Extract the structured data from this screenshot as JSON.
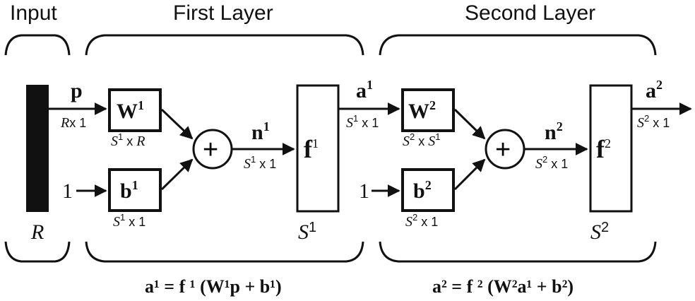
{
  "headings": {
    "input": "Input",
    "first_layer": "First Layer",
    "second_layer": "Second Layer"
  },
  "input": {
    "vector": "p",
    "size_label": "R",
    "dims": "x 1",
    "bottom_label": "R"
  },
  "layer1": {
    "weight": {
      "base": "W",
      "sup": "1",
      "dims_a": "S",
      "dims_a_sup": "1",
      "dims_x": " x ",
      "dims_b": "R"
    },
    "bias": {
      "input": "1",
      "base": "b",
      "sup": "1",
      "dims_a": "S",
      "dims_a_sup": "1",
      "dims_rest": " x 1"
    },
    "net": {
      "base": "n",
      "sup": "1",
      "dims_a": "S",
      "dims_a_sup": "1",
      "dims_rest": " x 1"
    },
    "transfer": {
      "base": "f",
      "sup": "1",
      "bottom": "S",
      "bottom_sup": "1"
    },
    "output": {
      "base": "a",
      "sup": "1",
      "dims_a": "S",
      "dims_a_sup": "1",
      "dims_rest": " x 1"
    },
    "equation": "a¹ = f ¹ (W¹p + b¹)"
  },
  "layer2": {
    "weight": {
      "base": "W",
      "sup": "2",
      "dims_a": "S",
      "dims_a_sup": "2",
      "dims_x": " x ",
      "dims_b": "S",
      "dims_b_sup": "1"
    },
    "bias": {
      "input": "1",
      "base": "b",
      "sup": "2",
      "dims_a": "S",
      "dims_a_sup": "2",
      "dims_rest": " x 1"
    },
    "net": {
      "base": "n",
      "sup": "2",
      "dims_a": "S",
      "dims_a_sup": "2",
      "dims_rest": " x 1"
    },
    "transfer": {
      "base": "f",
      "sup": "2",
      "bottom": "S",
      "bottom_sup": "2"
    },
    "output": {
      "base": "a",
      "sup": "2",
      "dims_a": "S",
      "dims_a_sup": "2",
      "dims_rest": " x 1"
    },
    "equation": "a² = f ² (W²a¹ + b²)"
  },
  "summer_symbol": "+"
}
